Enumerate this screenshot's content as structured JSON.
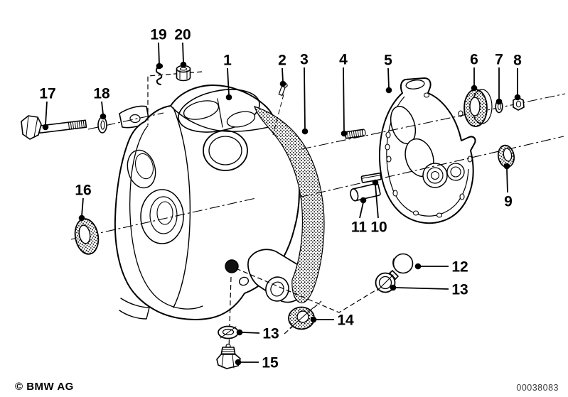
{
  "figure": {
    "type": "exploded-parts-diagram",
    "copyright": "© BMW AG",
    "drawing_number": "00038083",
    "background_color": "#ffffff",
    "line_color": "#000000"
  },
  "callouts": [
    {
      "id": "19",
      "num": "19",
      "label": [
        223,
        48
      ],
      "leader": [
        223,
        60,
        224,
        90
      ],
      "dot": [
        224,
        93
      ]
    },
    {
      "id": "20",
      "num": "20",
      "label": [
        257,
        48
      ],
      "leader": [
        257,
        60,
        258,
        88
      ],
      "dot": [
        258,
        91
      ]
    },
    {
      "id": "1",
      "num": "1",
      "label": [
        320,
        84
      ],
      "leader": [
        320,
        96,
        322,
        134
      ],
      "dot": [
        322,
        137
      ]
    },
    {
      "id": "2",
      "num": "2",
      "label": [
        397,
        84
      ],
      "leader": [
        397,
        96,
        398,
        115
      ],
      "dot": [
        398,
        118
      ]
    },
    {
      "id": "3",
      "num": "3",
      "label": [
        428,
        83
      ],
      "leader": [
        428,
        95,
        429,
        182
      ],
      "dot": [
        429,
        185
      ]
    },
    {
      "id": "4",
      "num": "4",
      "label": [
        483,
        83
      ],
      "leader": [
        483,
        95,
        484,
        185
      ],
      "dot": [
        484,
        188
      ]
    },
    {
      "id": "5",
      "num": "5",
      "label": [
        546,
        84
      ],
      "leader": [
        546,
        96,
        547,
        124
      ],
      "dot": [
        547,
        127
      ]
    },
    {
      "id": "6",
      "num": "6",
      "label": [
        667,
        83
      ],
      "leader": [
        667,
        95,
        667,
        121
      ],
      "dot": [
        667,
        124
      ]
    },
    {
      "id": "7",
      "num": "7",
      "label": [
        702,
        83
      ],
      "leader": [
        702,
        95,
        702,
        140
      ],
      "dot": [
        702,
        143
      ]
    },
    {
      "id": "8",
      "num": "8",
      "label": [
        728,
        84
      ],
      "leader": [
        728,
        96,
        728,
        134
      ],
      "dot": [
        728,
        137
      ]
    },
    {
      "id": "17",
      "num": "17",
      "label": [
        67,
        131
      ],
      "leader": [
        66,
        143,
        64,
        176
      ],
      "dot": [
        64,
        179
      ]
    },
    {
      "id": "18",
      "num": "18",
      "label": [
        143,
        131
      ],
      "leader": [
        143,
        143,
        145,
        161
      ],
      "dot": [
        145,
        164
      ]
    },
    {
      "id": "16",
      "num": "16",
      "label": [
        117,
        267
      ],
      "leader": [
        117,
        279,
        115,
        304
      ],
      "dot": [
        115,
        307
      ]
    },
    {
      "id": "9",
      "num": "9",
      "label": [
        715,
        283
      ],
      "leader": [
        714,
        271,
        713,
        238
      ],
      "dot": [
        713,
        234
      ]
    },
    {
      "id": "11",
      "num": "11",
      "label": [
        505,
        319
      ],
      "leader": [
        506,
        307,
        511,
        285
      ],
      "dot": [
        511,
        282
      ]
    },
    {
      "id": "10",
      "num": "10",
      "label": [
        533,
        319
      ],
      "leader": [
        532,
        307,
        528,
        260
      ],
      "dot": [
        528,
        257
      ]
    },
    {
      "id": "12",
      "num": "12",
      "label": [
        647,
        375
      ],
      "leader": [
        631,
        375,
        592,
        375
      ],
      "dot": [
        588,
        375
      ]
    },
    {
      "id": "13a",
      "num": "13",
      "label": [
        647,
        407
      ],
      "leader": [
        631,
        407,
        557,
        405
      ],
      "dot": [
        553,
        405
      ]
    },
    {
      "id": "14",
      "num": "14",
      "label": [
        486,
        450
      ],
      "leader": [
        470,
        450,
        445,
        450
      ],
      "dot": [
        441,
        450
      ]
    },
    {
      "id": "13b",
      "num": "13",
      "label": [
        381,
        469
      ],
      "leader": [
        365,
        469,
        341,
        468
      ],
      "dot": [
        337,
        468
      ]
    },
    {
      "id": "15",
      "num": "15",
      "label": [
        380,
        510
      ],
      "leader": [
        364,
        510,
        339,
        510
      ],
      "dot": [
        335,
        510
      ]
    }
  ]
}
